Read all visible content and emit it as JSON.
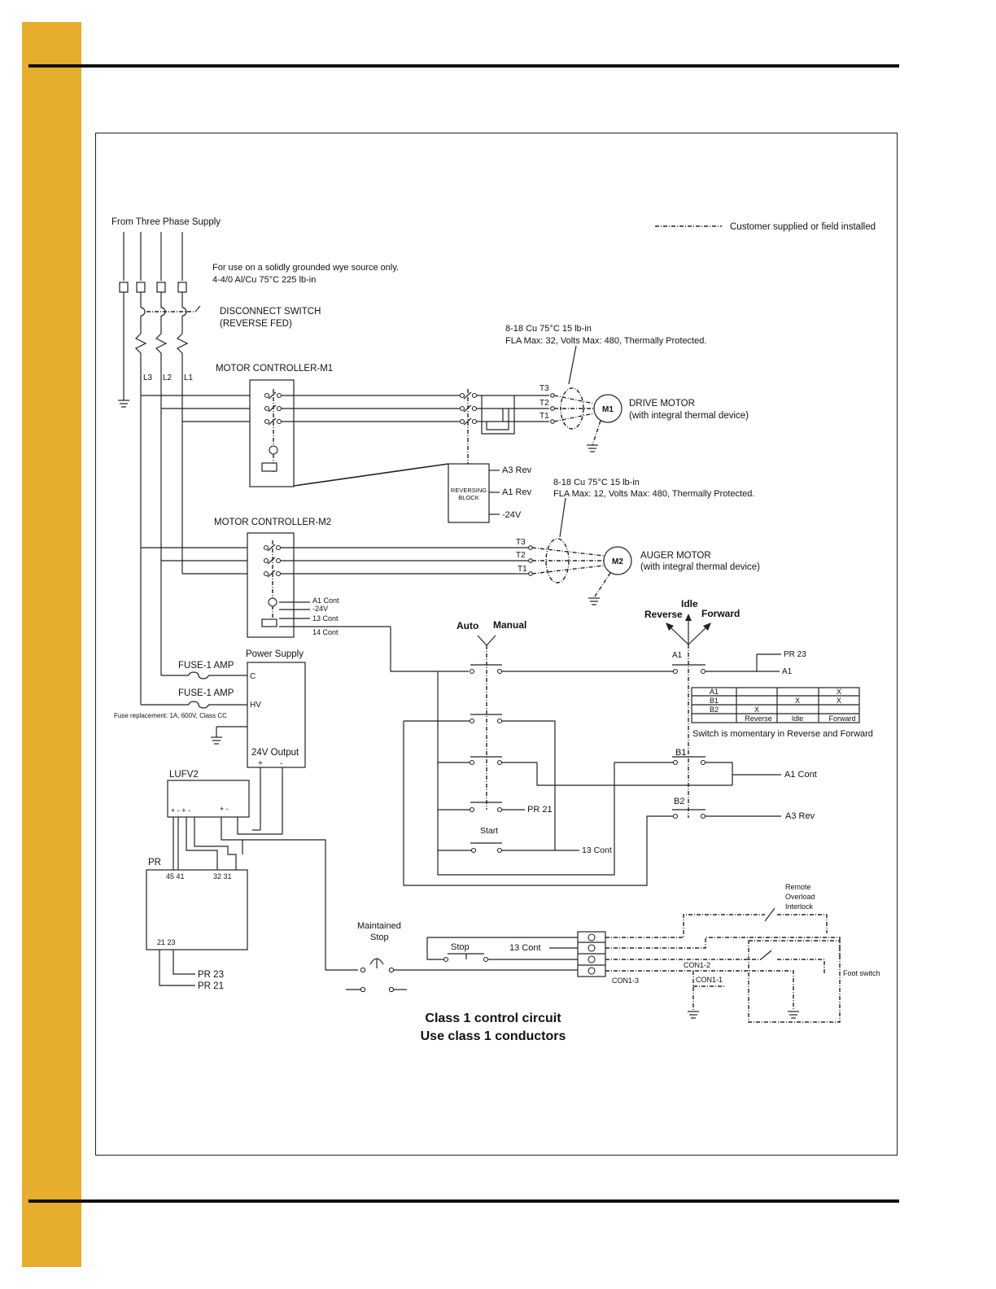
{
  "colors": {
    "side_bar": "#E6AE2C",
    "ink": "#111111",
    "paper": "#ffffff"
  },
  "supply": {
    "title": "From Three Phase Supply",
    "note_line1": "For use on a solidly grounded wye source only.",
    "note_line2": "4-4/0  Al/Cu    75°C     225 lb-in",
    "phases": [
      "L3",
      "L2",
      "L1"
    ]
  },
  "legend": {
    "text": "Customer supplied or field installed"
  },
  "disconnect": {
    "line1": "DISCONNECT SWITCH",
    "line2": "(REVERSE FED)"
  },
  "controller_m1": {
    "label": "MOTOR CONTROLLER-M1"
  },
  "controller_m2": {
    "label": "MOTOR CONTROLLER-M2"
  },
  "drive_motor": {
    "spec1": "8-18 Cu  75°C   15 lb-in",
    "spec2": "FLA Max: 32, Volts Max: 480, Thermally Protected.",
    "symbol": "M1",
    "name": "DRIVE MOTOR",
    "desc": "(with integral thermal device)",
    "terminals": [
      "T3",
      "T2",
      "T1"
    ]
  },
  "auger_motor": {
    "spec1": "8-18 Cu  75°C   15 lb-in",
    "spec2": "FLA Max: 12, Volts Max: 480, Thermally Protected.",
    "symbol": "M2",
    "name": "AUGER MOTOR",
    "desc": "(with integral thermal device)",
    "terminals": [
      "T3",
      "T2",
      "T1"
    ]
  },
  "reversing_block": {
    "line1": "REVERSING",
    "line2": "BLOCK",
    "outputs": [
      "A3 Rev",
      "A1 Rev",
      "-24V"
    ]
  },
  "m2_terminals": [
    "A1 Cont",
    "-24V",
    "13 Cont",
    "14 Cont"
  ],
  "fuses": {
    "fuse1": "FUSE-1 AMP",
    "fuse2": "FUSE-1 AMP",
    "replacement": "Fuse replacement: 1A, 600V, Class CC"
  },
  "power_supply": {
    "title": "Power Supply",
    "input_c": "C",
    "input_hv": "HV",
    "output": "24V Output",
    "plus": "+",
    "minus": "-"
  },
  "lufv2": {
    "title": "LUFV2",
    "terminals": "+ - + -",
    "out": "+  -"
  },
  "pr": {
    "title": "PR",
    "top_terminals_left": "45 41",
    "top_terminals_right": "32 31",
    "bottom_terminals": "21  23",
    "out1": "PR 23",
    "out2": "PR 21"
  },
  "selector": {
    "auto": "Auto",
    "manual": "Manual",
    "pr21": "PR 21",
    "start": "Start",
    "cont13": "13 Cont"
  },
  "direction_switch": {
    "idle": "Idle",
    "reverse": "Reverse",
    "forward": "Forward",
    "a1": "A1",
    "b1": "B1",
    "b2": "B2",
    "pr23_out": "PR 23",
    "a1_out": "A1",
    "a1cont_out": "A1 Cont",
    "a3rev_out": "A3 Rev",
    "note": "Switch is momentary in Reverse and Forward"
  },
  "truth_table": {
    "columns": [
      "Reverse",
      "Idle",
      "Forward"
    ],
    "rows": [
      {
        "name": "A1",
        "cells": [
          "",
          "",
          "X"
        ]
      },
      {
        "name": "B1",
        "cells": [
          "",
          "X",
          "X"
        ]
      },
      {
        "name": "B2",
        "cells": [
          "X",
          "",
          ""
        ]
      }
    ]
  },
  "stop_circuit": {
    "maintained1": "Maintained",
    "maintained2": "Stop",
    "stop": "Stop",
    "cont13": "13 Cont",
    "con1_2": "CON1-2",
    "con1_3": "CON1-3",
    "con1_1": "CON1-1",
    "remote1": "Remote",
    "remote2": "Overload",
    "remote3": "Interlock",
    "foot_switch": "Foot switch"
  },
  "caption": {
    "line1": "Class 1 control circuit",
    "line2": "Use class 1 conductors"
  }
}
